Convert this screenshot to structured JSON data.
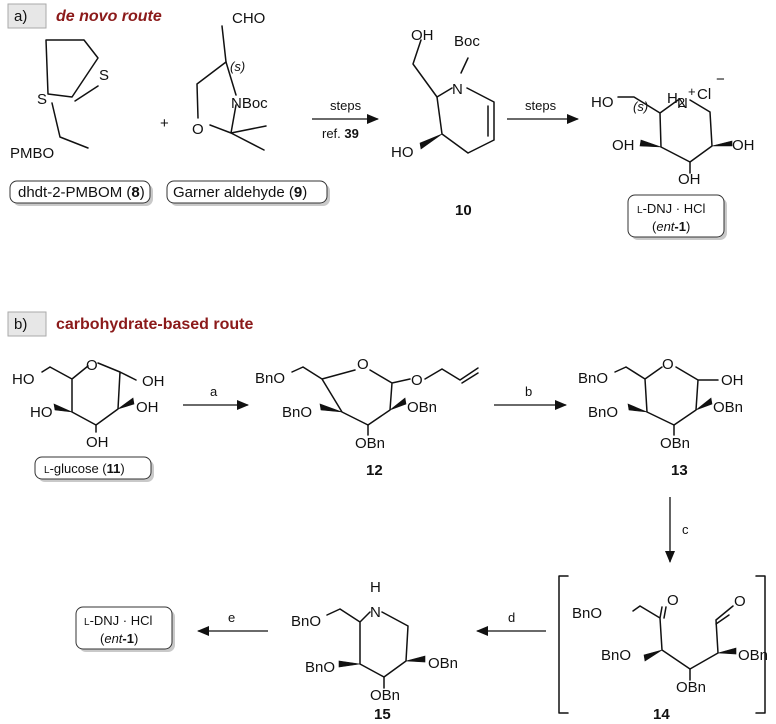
{
  "panel_a": {
    "tag": "a)",
    "title": "de novo route",
    "plus": "+",
    "arrow1_above": "steps",
    "arrow1_below_prefix": "ref. ",
    "arrow1_below_ref": "39",
    "arrow2_above": "steps",
    "cmpd8": {
      "pmbo": "PMBO",
      "s1": "S",
      "s2": "S",
      "label_prefix": "dhdt-2-PMBOM (",
      "label_num": "8",
      "label_suffix": ")"
    },
    "cmpd9": {
      "cho": "CHO",
      "stereo": "(s)",
      "nboc": "NBoc",
      "o": "O",
      "label_prefix": "Garner aldehyde (",
      "label_num": "9",
      "label_suffix": ")"
    },
    "cmpd10": {
      "oh_top": "OH",
      "boc": "Boc",
      "n": "N",
      "ho": "HO",
      "number": "10"
    },
    "ent1": {
      "h2": "H",
      "h2_sub": "2",
      "cl": "Cl",
      "minus": "−",
      "n": "N",
      "plus": "+",
      "ho": "HO",
      "stereo": "(s)",
      "oh1": "OH",
      "oh2": "OH",
      "oh3": "OH",
      "label_l": "L",
      "label_main": "-DNJ · HCl",
      "label_ent": "ent",
      "label_num": "-1"
    }
  },
  "panel_b": {
    "tag": "b)",
    "title": "carbohydrate-based route",
    "arrows": {
      "a": "a",
      "b": "b",
      "c": "c",
      "d": "d",
      "e": "e"
    },
    "cmpd11": {
      "ho": "HO",
      "oh_anomeric": "OH",
      "ho2": "HO",
      "oh3": "OH",
      "oh4": "OH",
      "o": "O",
      "label_l": "L",
      "label_main": "-glucose (",
      "label_num": "11",
      "label_suffix": ")"
    },
    "cmpd12": {
      "bno": "BnO",
      "o_ring": "O",
      "o_allyl": "O",
      "bno2": "BnO",
      "obn1": "OBn",
      "obn2": "OBn",
      "number": "12"
    },
    "cmpd13": {
      "bno": "BnO",
      "o_ring": "O",
      "oh": "OH",
      "bno2": "BnO",
      "obn1": "OBn",
      "obn2": "OBn",
      "number": "13"
    },
    "cmpd14": {
      "bno": "BnO",
      "o_keto": "O",
      "o_ald": "O",
      "bno2": "BnO",
      "obn1": "OBn",
      "obn2": "OBn",
      "number": "14"
    },
    "cmpd15": {
      "h": "H",
      "n": "N",
      "bno": "BnO",
      "bno2": "BnO",
      "obn1": "OBn",
      "obn2": "OBn",
      "number": "15"
    },
    "ent1_box": {
      "label_l": "L",
      "label_main": "-DNJ · HCl",
      "label_ent": "ent",
      "label_num": "-1"
    }
  }
}
